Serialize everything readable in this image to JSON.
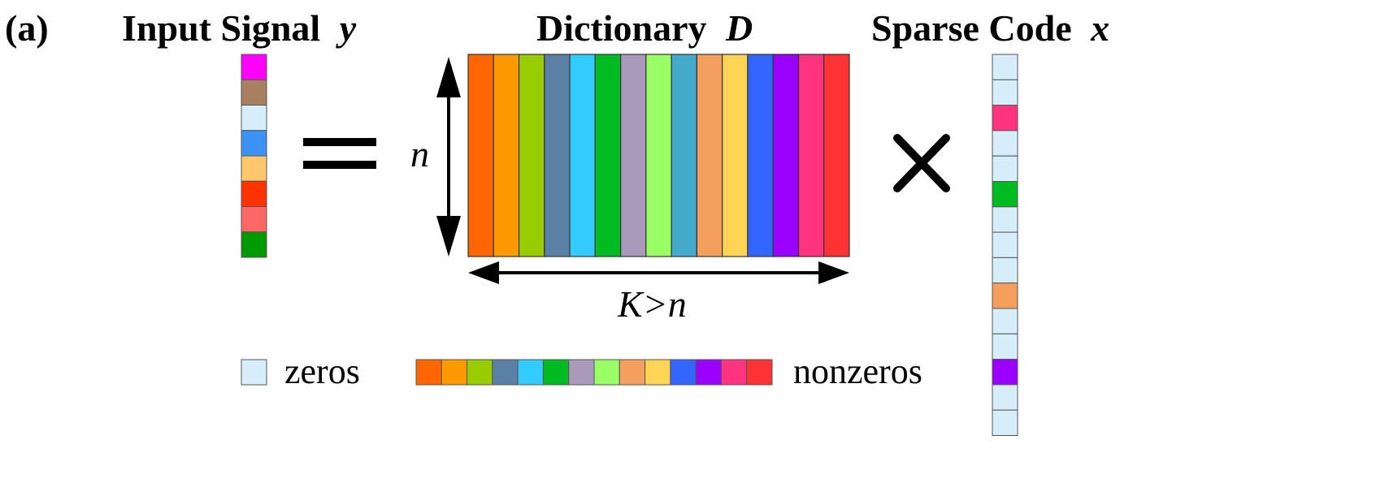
{
  "panel_label": "(a)",
  "titles": {
    "input": "Input Signal",
    "input_var": "y",
    "dictionary": "Dictionary",
    "dictionary_var": "D",
    "sparse": "Sparse Code",
    "sparse_var": "x"
  },
  "labels": {
    "rows": "n",
    "cols": "K>n",
    "zeros": "zeros",
    "nonzeros": "nonzeros"
  },
  "operators": {
    "equals": "=",
    "times": "×"
  },
  "colors": {
    "zero": "#d6eefa",
    "input_signal": [
      "#ff00ff",
      "#a9805e",
      "#d6eefa",
      "#3b94f5",
      "#ffc66b",
      "#ff3300",
      "#ff6666",
      "#009900"
    ],
    "dictionary_atoms": [
      "#ff6600",
      "#ff9900",
      "#99cc00",
      "#5b80a5",
      "#33ccff",
      "#00bb22",
      "#aa99bb",
      "#99ff66",
      "#44aacc",
      "#f59f5f",
      "#ffd455",
      "#3366ff",
      "#9900ff",
      "#ff3380",
      "#ff3333"
    ],
    "sparse_code": [
      "#d6eefa",
      "#d6eefa",
      "#ff3380",
      "#d6eefa",
      "#d6eefa",
      "#00bb22",
      "#d6eefa",
      "#d6eefa",
      "#d6eefa",
      "#f59f5f",
      "#d6eefa",
      "#d6eefa",
      "#9900ff",
      "#d6eefa",
      "#d6eefa"
    ],
    "legend_nonzeros": [
      "#ff6600",
      "#ff9900",
      "#99cc00",
      "#5b80a5",
      "#33ccff",
      "#00bb22",
      "#aa99bb",
      "#99ff66",
      "#f59f5f",
      "#ffd455",
      "#3366ff",
      "#9900ff",
      "#ff3380",
      "#ff3333"
    ]
  }
}
